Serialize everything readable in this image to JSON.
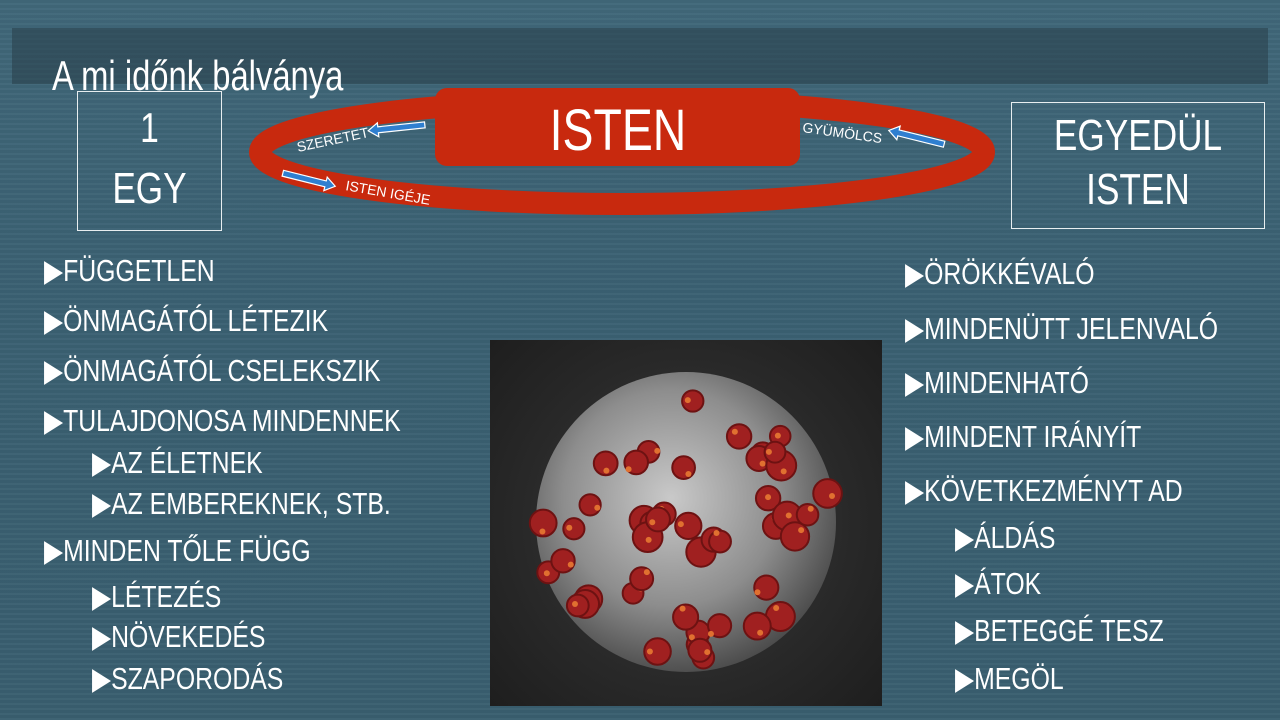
{
  "title": "A mi időnk bálványa",
  "left_box": {
    "number": "1",
    "word": "EGY"
  },
  "right_box": {
    "line1": "EGYEDÜL",
    "line2": "ISTEN"
  },
  "diagram": {
    "center": "ISTEN",
    "top_left": "SZERETET",
    "bottom_left": "ISTEN IGÉJE",
    "top_right": "GYÜMÖLCS",
    "colors": {
      "ring": "#c8290e",
      "arrow": "#2f7fd0"
    }
  },
  "left_list": [
    {
      "text": "▶FÜGGETLEN",
      "level": 1
    },
    {
      "text": "▶ÖNMAGÁTÓL LÉTEZIK",
      "level": 1
    },
    {
      "text": "▶ÖNMAGÁTÓL CSELEKSZIK",
      "level": 1
    },
    {
      "text": "▶TULAJDONOSA MINDENNEK",
      "level": 1
    },
    {
      "text": "▶AZ ÉLETNEK",
      "level": 2
    },
    {
      "text": "▶AZ EMBEREKNEK, STB.",
      "level": 2
    },
    {
      "text": "▶MINDEN TŐLE FÜGG",
      "level": 1
    },
    {
      "text": "▶LÉTEZÉS",
      "level": 2
    },
    {
      "text": "▶NÖVEKEDÉS",
      "level": 2
    },
    {
      "text": "▶SZAPORODÁS",
      "level": 2
    }
  ],
  "right_list": [
    {
      "text": "▶ÖRÖKKÉVALÓ",
      "level": 1
    },
    {
      "text": "▶MINDENÜTT JELENVALÓ",
      "level": 1
    },
    {
      "text": "▶MINDENHATÓ",
      "level": 1
    },
    {
      "text": "▶MINDENT IRÁNYÍT",
      "level": 1
    },
    {
      "text": "▶KÖVETKEZMÉNYT AD",
      "level": 1
    },
    {
      "text": "▶ÁLDÁS",
      "level": 2
    },
    {
      "text": "▶ÁTOK",
      "level": 2
    },
    {
      "text": "▶BETEGGÉ TESZ",
      "level": 2
    },
    {
      "text": "▶MEGÖL",
      "level": 2
    }
  ]
}
